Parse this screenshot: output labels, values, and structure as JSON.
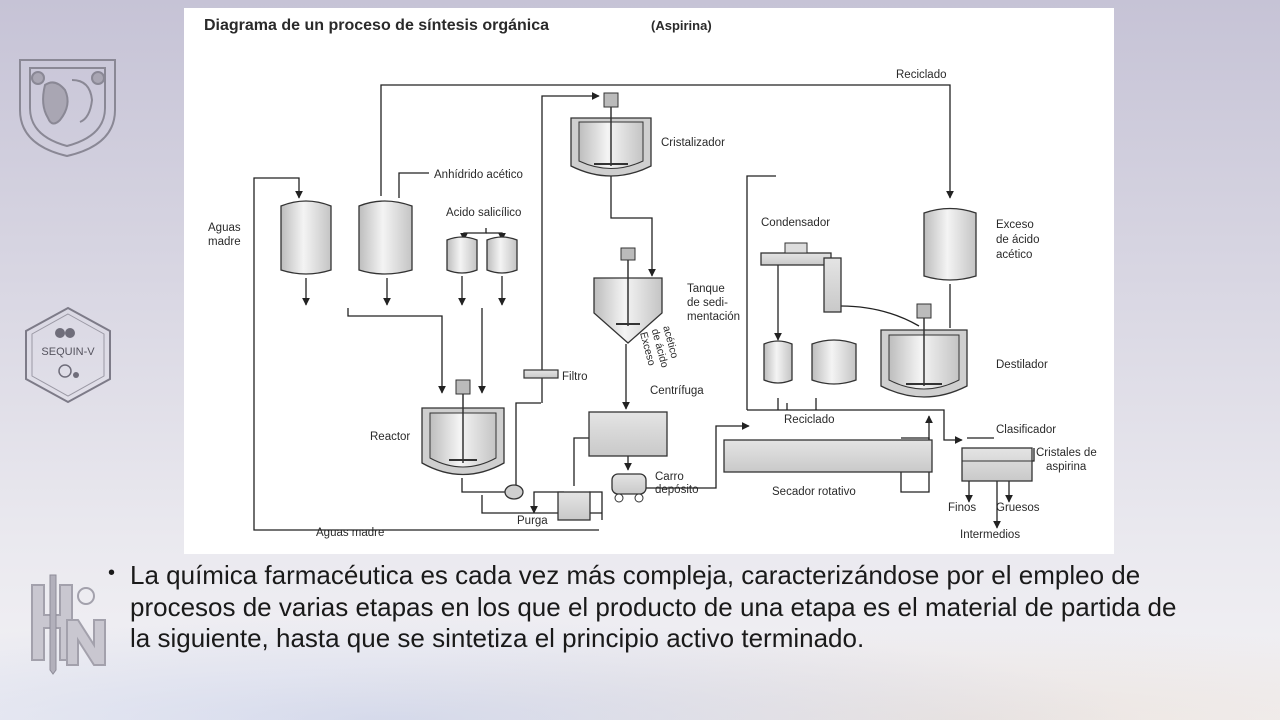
{
  "slide": {
    "bullet_text": "La química farmacéutica es cada vez más compleja, caracterizándose por el empleo de procesos de varias etapas en los que el producto de una etapa es el material de partida de la siguiente, hasta que se sintetiza el principio activo terminado."
  },
  "logos": {
    "sequin_text": "SEQUIN-V"
  },
  "diagram": {
    "title_main": "Diagrama de un proceso de síntesis orgánica",
    "title_sub": "(Aspirina)",
    "labels": {
      "reciclado_top": "Reciclado",
      "cristalizador": "Cristalizador",
      "anhidrido": "Anhídrido acético",
      "acido_salicilico": "Acido salicílico",
      "aguas_madre_left_1": "Aguas",
      "aguas_madre_left_2": "madre",
      "condensador": "Condensador",
      "exceso_1": "Exceso",
      "exceso_2": "de ácido",
      "exceso_3": "acético",
      "tanque_1": "Tanque",
      "tanque_2": "de sedi-",
      "tanque_3": "mentación",
      "exceso_vert_1": "Exceso",
      "exceso_vert_2": "de ácido",
      "exceso_vert_3": "acético",
      "filtro": "Filtro",
      "centrifuga": "Centrífuga",
      "reactor": "Reactor",
      "destilador": "Destilador",
      "reciclado_mid": "Reciclado",
      "clasificador": "Clasificador",
      "cristales_1": "Cristales de",
      "cristales_2": "aspirina",
      "carro_1": "Carro",
      "carro_2": "depósito",
      "secador": "Secador rotativo",
      "finos": "Finos",
      "gruesos": "Gruesos",
      "intermedios": "Intermedios",
      "purga": "Purga",
      "aguas_madre_bottom": "Aguas madre"
    }
  }
}
